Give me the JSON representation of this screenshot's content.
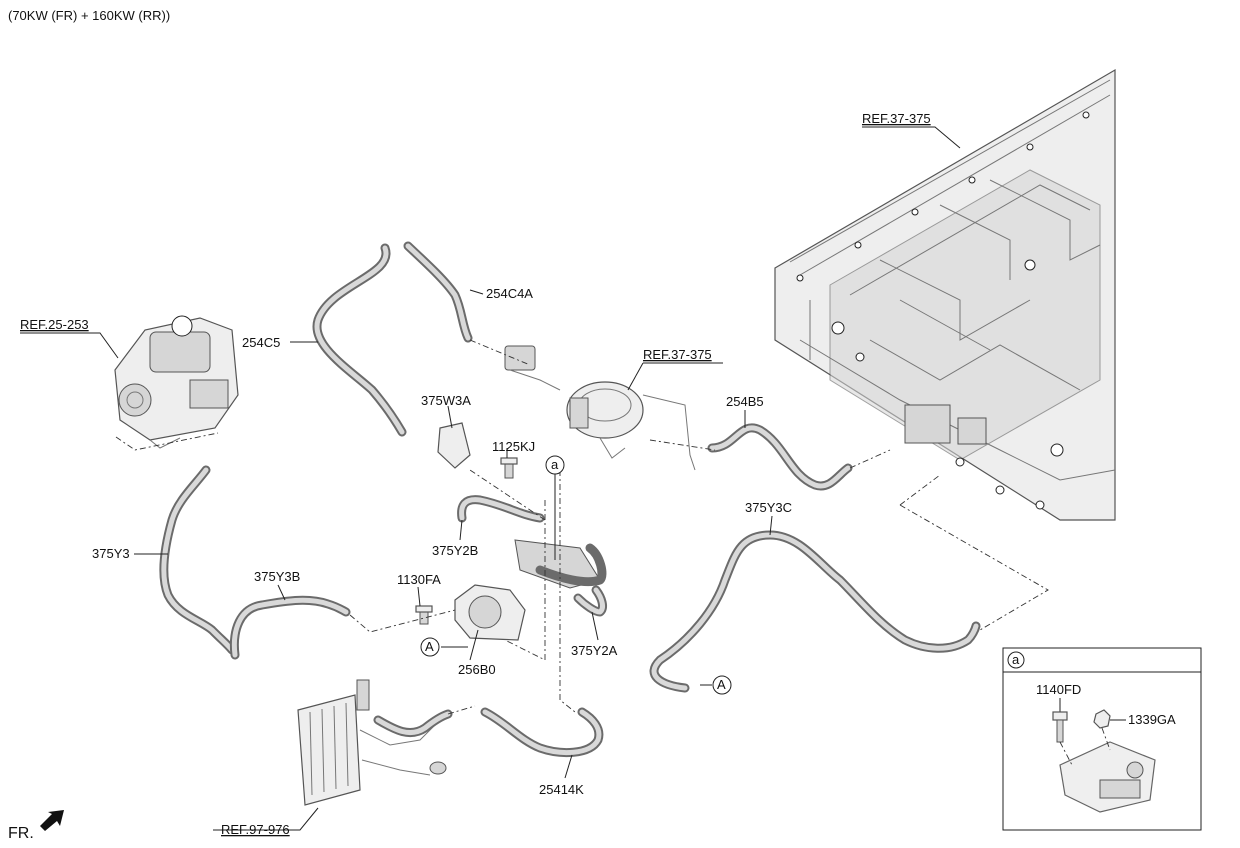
{
  "header": {
    "title": "(70KW (FR) + 160KW (RR))"
  },
  "labels": {
    "ref_37_375_top": "REF.37-375",
    "ref_37_375_mid": "REF.37-375",
    "ref_25_253": "REF.25-253",
    "ref_97_976": "REF.97-976",
    "p254C4A": "254C4A",
    "p254C5": "254C5",
    "p375W3A": "375W3A",
    "p1125KJ": "1125KJ",
    "p254B5": "254B5",
    "p375Y3": "375Y3",
    "p375Y3B": "375Y3B",
    "p375Y2B": "375Y2B",
    "p1130FA": "1130FA",
    "p256B0": "256B0",
    "p375Y2A": "375Y2A",
    "p375Y3C": "375Y3C",
    "p25414K": "25414K",
    "marker_a": "a",
    "marker_A1": "A",
    "marker_A2": "A",
    "fr": "FR."
  },
  "inset": {
    "marker": "a",
    "p1140FD": "1140FD",
    "p1339GA": "1339GA"
  }
}
